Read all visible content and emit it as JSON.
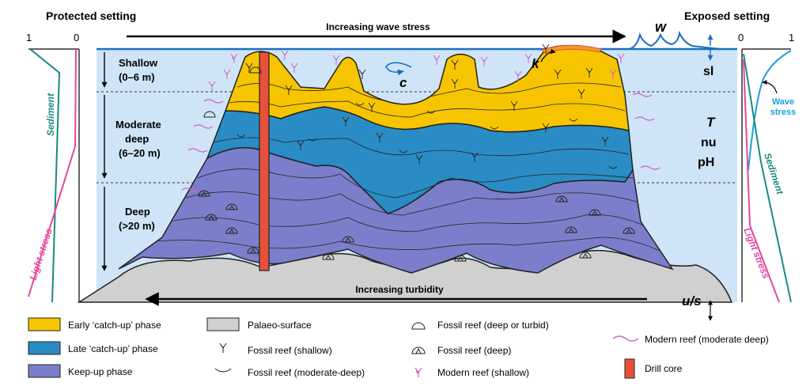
{
  "headings": {
    "left": "Protected setting",
    "right": "Exposed setting"
  },
  "arrows": {
    "wave": "Increasing wave stress",
    "turbidity": "Increasing turbidity"
  },
  "zones": {
    "shallow": "Shallow",
    "shallow_range": "(0–6 m)",
    "moderate_a": "Moderate",
    "moderate_b": "deep",
    "moderate_range": "(6–20 m)",
    "deep": "Deep",
    "deep_range": "(>20 m)"
  },
  "factors": {
    "w": "w",
    "k": "k",
    "c": "c",
    "sl": "sl",
    "T": "T",
    "nu": "nu",
    "pH": "pH",
    "us": "u/s"
  },
  "left_profile": {
    "tick_high": "1",
    "tick_low": "0",
    "sediment": "Sediment",
    "light": "Light stress"
  },
  "right_profile": {
    "tick_low": "0",
    "tick_high": "1",
    "wave": "Wave",
    "wave2": "stress",
    "sediment": "Sediment",
    "light": "Light stress"
  },
  "legend": {
    "early": "Early ‘catch-up’ phase",
    "late": "Late ‘catch-up’ phase",
    "keepup": "Keep-up phase",
    "palaeo": "Palaeo-surface",
    "fossil_shallow": "Fossil reef (shallow)",
    "fossil_moderate": "Fossil reef (moderate-deep)",
    "fossil_turbid": "Fossil reef (deep or turbid)",
    "fossil_deep": "Fossil reef (deep)",
    "modern_shallow": "Modern reef (shallow)",
    "modern_moderate": "Modern reef (moderate deep)",
    "drill": "Drill core"
  },
  "colors": {
    "water": "#cfe4f7",
    "early": "#f7c500",
    "late": "#2a8cc4",
    "keepup": "#7b7fcb",
    "palaeo": "#d0d0d0",
    "drill": "#e8503a",
    "teal": "#1a8a80",
    "pink": "#e2489c",
    "wave_blue": "#1a9ee0",
    "magenta_reef": "#d060c0"
  }
}
